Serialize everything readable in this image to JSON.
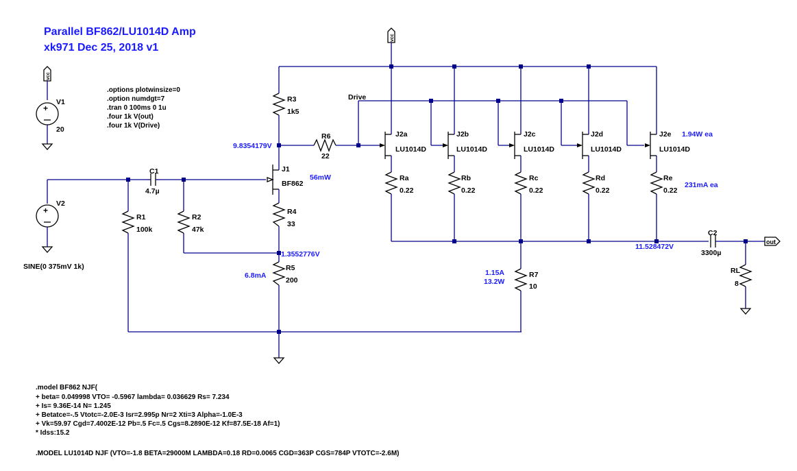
{
  "title": [
    "Parallel BF862/LU1014D Amp",
    "xk971  Dec 25, 2018 v1"
  ],
  "directives": [
    ".options plotwinsize=0",
    ".option numdgt=7",
    ".tran 0 100ms 0 1u",
    ".four 1k V(out)",
    ".four 1k V(Drive)"
  ],
  "models": [
    ".model BF862 NJF(",
    "+ beta= 0.049998 VTO= -0.5967 lambda= 0.036629 Rs= 7.234",
    "+ Is= 9.36E-14 N= 1.245",
    "+ Betatce=-.5 Vtotc=-2.0E-3 Isr=2.995p Nr=2 Xti=3 Alpha=-1.0E-3",
    "+ Vk=59.97 Cgd=7.4002E-12 Pb=.5 Fc=.5 Cgs=8.2890E-12 Kf=87.5E-18 Af=1)",
    "* Idss:15.2"
  ],
  "model2": ".MODEL LU1014D NJF (VTO=-1.8 BETA=29000M LAMBDA=0.18 RD=0.0065 CGD=363P CGS=784P VTOTC=-2.6M)",
  "supply": "vcc",
  "v1": {
    "name": "V1",
    "value": "20"
  },
  "v2": {
    "name": "V2",
    "value": "SINE(0 375mV 1k)"
  },
  "c1": {
    "name": "C1",
    "value": "4.7µ"
  },
  "c2": {
    "name": "C2",
    "value": "3300µ"
  },
  "r1": {
    "name": "R1",
    "value": "100k"
  },
  "r2": {
    "name": "R2",
    "value": "47k"
  },
  "r3": {
    "name": "R3",
    "value": "1k5"
  },
  "r4": {
    "name": "R4",
    "value": "33"
  },
  "r5": {
    "name": "R5",
    "value": "200"
  },
  "r6": {
    "name": "R6",
    "value": "22"
  },
  "r7": {
    "name": "R7",
    "value": "10"
  },
  "rl": {
    "name": "RL",
    "value": "8"
  },
  "j1": {
    "name": "J1",
    "model": "BF862"
  },
  "outputs": [
    {
      "name": "J2a",
      "model": "LU1014D",
      "res": "Ra",
      "value": "0.22"
    },
    {
      "name": "J2b",
      "model": "LU1014D",
      "res": "Rb",
      "value": "0.22"
    },
    {
      "name": "J2c",
      "model": "LU1014D",
      "res": "Rc",
      "value": "0.22"
    },
    {
      "name": "J2d",
      "model": "LU1014D",
      "res": "Rd",
      "value": "0.22"
    },
    {
      "name": "J2e",
      "model": "LU1014D",
      "res": "Re",
      "value": "0.22"
    }
  ],
  "net_drive": "Drive",
  "net_out": "out",
  "annotations": {
    "v_drain": "9.8354179V",
    "v_mid": "1.3552776V",
    "v_out": "11.528472V",
    "p_j1": "56mW",
    "i_r5": "6.8mA",
    "i_r7": "1.15A",
    "p_r7": "13.2W",
    "p_out": "1.94W ea",
    "i_out": "231mA ea"
  }
}
